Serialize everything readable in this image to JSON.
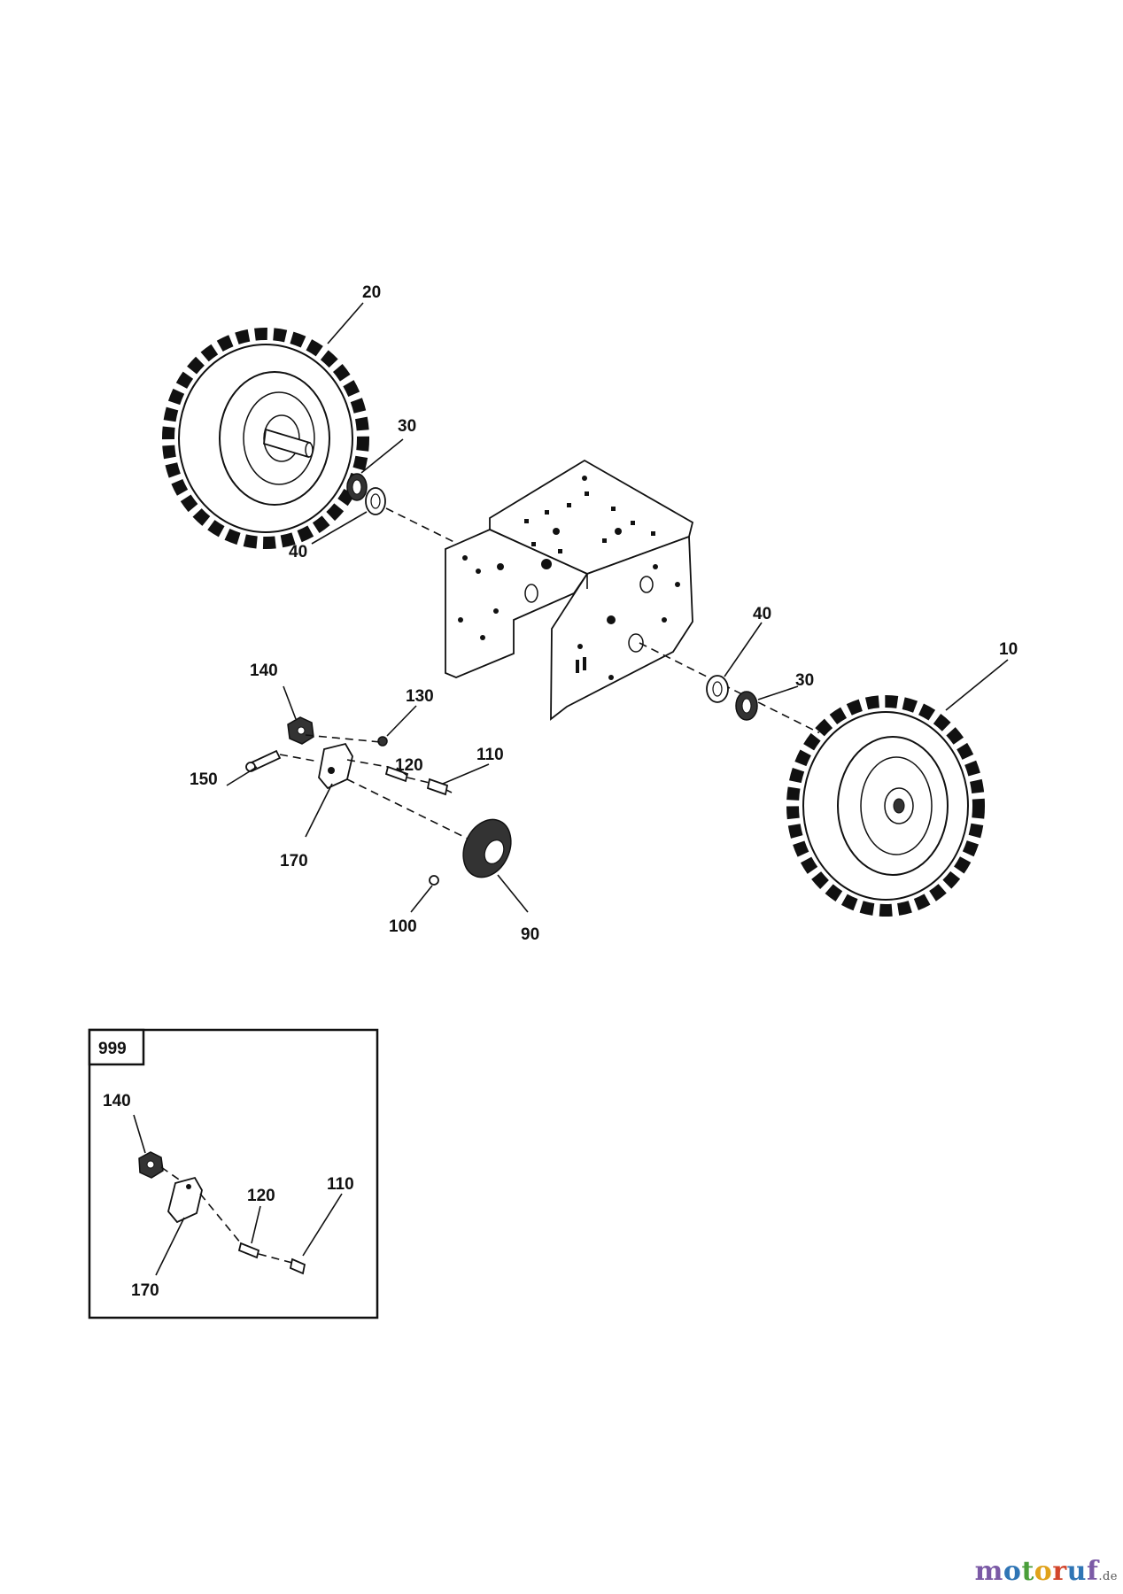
{
  "diagram": {
    "callouts": {
      "c20": "20",
      "c30a": "30",
      "c40a": "40",
      "c40b": "40",
      "c10": "10",
      "c30b": "30",
      "c140": "140",
      "c130": "130",
      "c120": "120",
      "c110": "110",
      "c150": "150",
      "c170": "170",
      "c100": "100",
      "c90": "90"
    },
    "inset": {
      "tag": "999",
      "callouts": {
        "c140": "140",
        "c120": "120",
        "c110": "110",
        "c170": "170"
      }
    }
  },
  "watermark": {
    "letters": [
      "m",
      "o",
      "t",
      "o",
      "r",
      "u",
      "f"
    ],
    "letter_colors": [
      "#7b5aa6",
      "#2f75b5",
      "#4a9e3a",
      "#e0a21b",
      "#d2452b",
      "#2f75b5",
      "#7b5aa6"
    ],
    "suffix": ".de"
  }
}
